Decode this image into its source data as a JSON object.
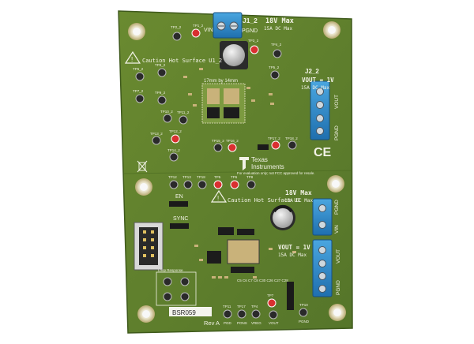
{
  "board": {
    "top_input": {
      "connector": "J1_2",
      "rating1": "18V Max",
      "rating2": "15A DC Max",
      "vin": "VIN",
      "pgnd": "PGND"
    },
    "top_output": {
      "connector": "J2_2",
      "vout_label": "VOUT = 1V",
      "rating": "15A DC Max",
      "vout": "VOUT",
      "pgnd": "PGND"
    },
    "caution_top": "Caution Hot Surface U1_2",
    "caution_bottom": "Caution Hot Surface U1",
    "size_note": "17mm by 14mm",
    "brand_line1": "Texas",
    "brand_line2": "Instruments",
    "eval_note": "For evaluation only; not FCC approved for resale.",
    "bottom_input": {
      "rating1": "18V Max",
      "rating2": "15A DC Max",
      "vin": "VIN",
      "pgnd": "PGND"
    },
    "bottom_output": {
      "vout_label": "VOUT = 1V",
      "rating": "15A DC Max",
      "vout": "VOUT",
      "pgnd": "PGND"
    },
    "en_label": "EN",
    "sync_label": "SYNC",
    "loop_label": "Loop Response",
    "part_number": "BSR059",
    "revision": "Rev A",
    "test_points_top": [
      "TP1_2",
      "TP2_2",
      "TP3_2",
      "TP4_2",
      "TP5_2",
      "TP6_2",
      "TP7_2",
      "TP8_2",
      "TP9_2",
      "TP10_2",
      "TP11_2",
      "TP12_2",
      "TP13_2",
      "TP14_2",
      "TP15_2",
      "TP16_2",
      "TP17_2",
      "TP18_2"
    ],
    "test_points_mid": [
      "TP12",
      "TP13",
      "TP18",
      "TP5",
      "TP6",
      "TP8"
    ],
    "test_points_bottom": [
      "TP11",
      "TP17",
      "TP4",
      "TP7",
      "TP10"
    ],
    "bottom_tp_labels": [
      "PGD",
      "PONS",
      "VREG",
      "VOUT",
      "PGND"
    ],
    "cap_row": "C5 C6 C7 C8 C30 C26 C27 C28"
  },
  "colors": {
    "pcb": "#5f7f2b",
    "pcb_dark": "#4a6a20",
    "terminal": "#2f8fd0",
    "silk": "#f2f2e6"
  }
}
